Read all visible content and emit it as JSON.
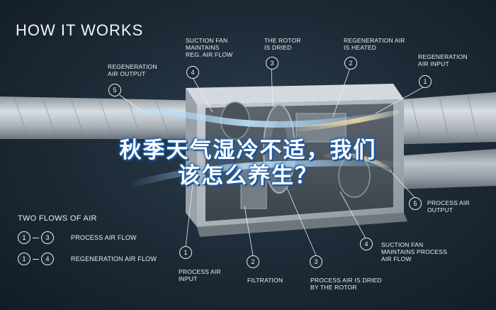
{
  "title": "HOW IT WORKS",
  "overlay": {
    "line1": "秋季天气湿冷不适，我们",
    "line2": "该怎么养生？"
  },
  "top_callouts": [
    {
      "num": "4",
      "text": "SUCTION FAN\nMAINTAINS\nREG. AIR FLOW"
    },
    {
      "num": "3",
      "text": "THE ROTOR\nIS DRIED"
    },
    {
      "num": "2",
      "text": "REGENERATION AIR\nIS HEATED"
    },
    {
      "num": "1",
      "text": "REGENERATION\nAIR INPUT"
    },
    {
      "num": "5",
      "text": "REGENERATION\nAIR OUTPUT"
    }
  ],
  "bottom_callouts": [
    {
      "num": "1",
      "text": "PROCESS AIR\nINPUT"
    },
    {
      "num": "2",
      "text": "FILTRATION"
    },
    {
      "num": "3",
      "text": "PROCESS AIR IS DRIED\nBY THE ROTOR"
    },
    {
      "num": "4",
      "text": "SUCTION FAN\nMAINTAINS PROCESS\nAIR FLOW"
    },
    {
      "num": "5",
      "text": "PROCESS AIR\nOUTPUT"
    }
  ],
  "legend": {
    "title": "TWO FLOWS OF AIR",
    "rows": [
      {
        "from": "1",
        "to": "3",
        "label": "PROCESS AIR FLOW"
      },
      {
        "from": "1",
        "to": "4",
        "label": "REGENERATION AIR FLOW"
      }
    ]
  },
  "colors": {
    "background": "#1c2935",
    "duct": "#b9c1c8",
    "airflow": "#7ec4ff",
    "overlay_glow": "#1a5fa8"
  }
}
